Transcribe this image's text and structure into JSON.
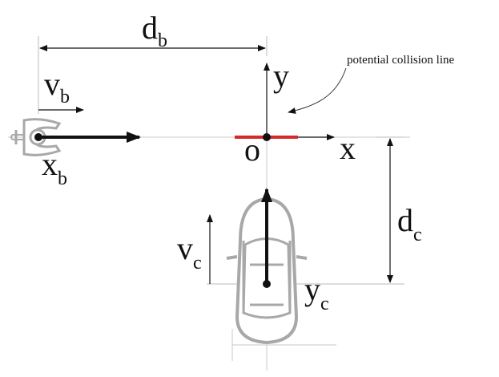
{
  "labels": {
    "d_b_main": "d",
    "d_b_sub": "b",
    "v_b_main": "v",
    "v_b_sub": "b",
    "x_b_main": "x",
    "x_b_sub": "b",
    "y_axis": "y",
    "x_axis": "x",
    "origin": "o",
    "d_c_main": "d",
    "d_c_sub": "c",
    "v_c_main": "v",
    "v_c_sub": "c",
    "y_c_main": "y",
    "y_c_sub": "c",
    "annotation": "potential collision line"
  },
  "colors": {
    "collision_line": "#d42a2a",
    "vehicle_outline": "#a8a8a8",
    "ink": "#111111",
    "guide": "#bbbbbb"
  },
  "icons": {
    "bicycle": "bicycle-top-view-icon",
    "car": "car-top-view-icon"
  }
}
